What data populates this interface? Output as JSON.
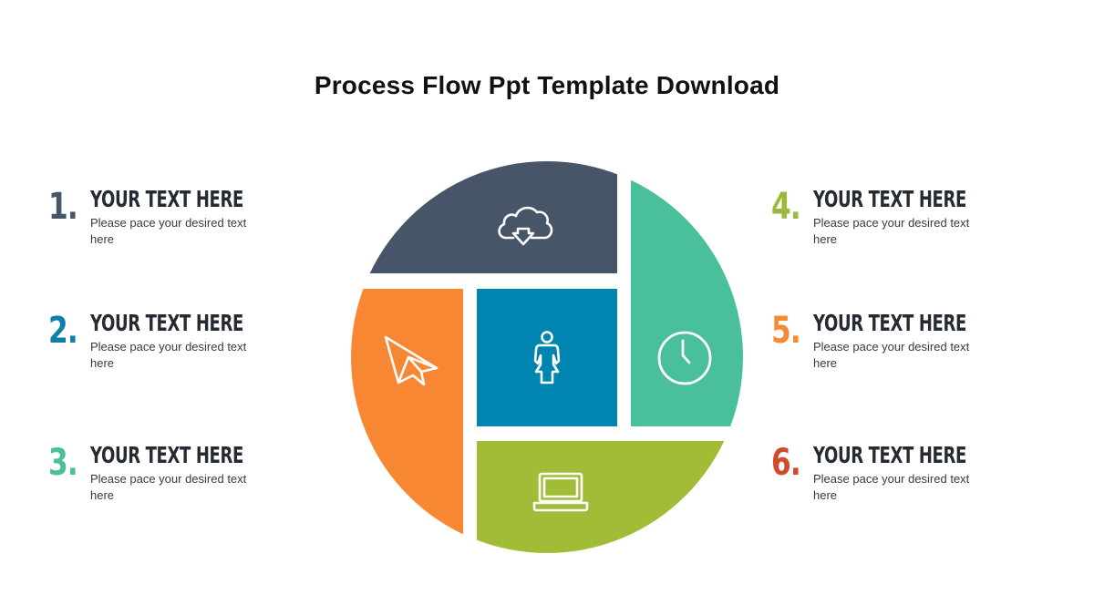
{
  "title": "Process Flow Ppt Template Download",
  "colors": {
    "segment_top": "#475569",
    "segment_right": "#4abf9b",
    "segment_center": "#0085b0",
    "segment_left": "#f78733",
    "segment_bottom": "#a1bd37",
    "num1": "#475569",
    "num2": "#0f7ea8",
    "num3": "#4abf9b",
    "num4": "#98b93a",
    "num5": "#f58a35",
    "num6": "#d24a27"
  },
  "segments": [
    {
      "id": "top",
      "icon": "cloud-download-icon"
    },
    {
      "id": "right",
      "icon": "clock-icon"
    },
    {
      "id": "center",
      "icon": "woman-user-icon"
    },
    {
      "id": "left",
      "icon": "paper-plane-icon"
    },
    {
      "id": "bottom",
      "icon": "laptop-icon"
    }
  ],
  "items": [
    {
      "number": "1.",
      "heading": "YOUR TEXT HERE",
      "text": "Please pace your desired text here"
    },
    {
      "number": "2.",
      "heading": "YOUR TEXT HERE",
      "text": "Please pace your desired text here"
    },
    {
      "number": "3.",
      "heading": "YOUR TEXT HERE",
      "text": "Please pace your desired text here"
    },
    {
      "number": "4.",
      "heading": "YOUR TEXT HERE",
      "text": "Please pace your desired text here"
    },
    {
      "number": "5.",
      "heading": "YOUR TEXT HERE",
      "text": "Please pace your desired text here"
    },
    {
      "number": "6.",
      "heading": "YOUR TEXT HERE",
      "text": "Please pace your desired text here"
    }
  ]
}
